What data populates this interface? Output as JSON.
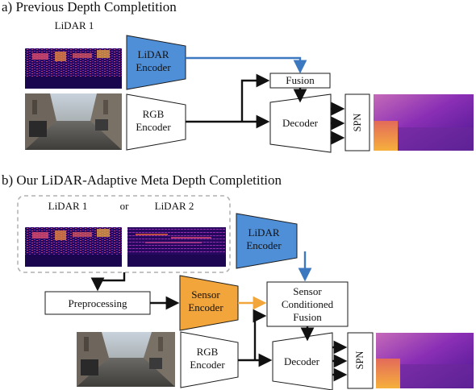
{
  "section_a": {
    "heading": "a) Previous Depth Completition",
    "lidar_label": "LiDAR 1",
    "lidar_encoder": [
      "LiDAR",
      "Encoder"
    ],
    "rgb_encoder": [
      "RGB",
      "Encoder"
    ],
    "fusion": "Fusion",
    "decoder": "Decoder",
    "spn": "SPN"
  },
  "section_b": {
    "heading": "b) Our LiDAR-Adaptive Meta Depth Completition",
    "lidar1_label": "LiDAR 1",
    "or_label": "or",
    "lidar2_label": "LiDAR 2",
    "lidar_encoder": [
      "LiDAR",
      "Encoder"
    ],
    "preprocessing": "Preprocessing",
    "sensor_encoder": [
      "Sensor",
      "Encoder"
    ],
    "sensor_fusion": [
      "Sensor",
      "Conditioned",
      "Fusion"
    ],
    "rgb_encoder": [
      "RGB",
      "Encoder"
    ],
    "decoder": "Decoder",
    "spn": "SPN"
  },
  "colors": {
    "lidar_encoder_fill": "#4f8fd8",
    "sensor_encoder_fill": "#f2a53a",
    "blue_arrow": "#3c78c0",
    "orange_arrow": "#f2a53a",
    "black_arrow": "#111111",
    "dashed_border": "#b0b0b0",
    "lidar_bg": "#2a0a6e",
    "depth_purple": "#7a2ab0",
    "depth_orange": "#f39a3c"
  }
}
